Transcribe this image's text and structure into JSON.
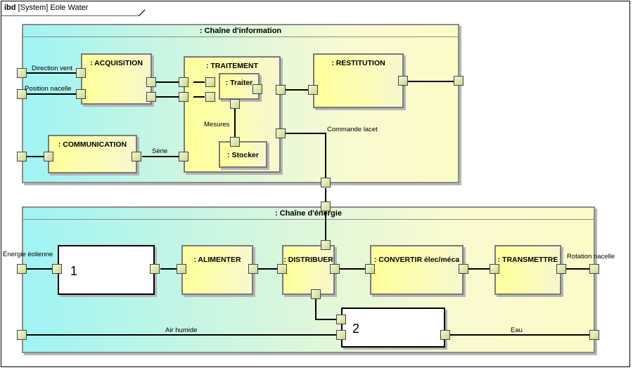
{
  "frame": {
    "kind": "ibd",
    "title": "[System] Eole Water"
  },
  "chains": {
    "information": ": Chaîne d'information",
    "energie": ": Chaîne d'énergie"
  },
  "blocks": {
    "acquisition": ": ACQUISITION",
    "traitement": ": TRAITEMENT",
    "traiter": ": Traiter",
    "stocker": ": Stocker",
    "restitution": ": RESTITUTION",
    "communication": ": COMMUNICATION",
    "block1": "1",
    "alimenter": ": ALIMENTER",
    "distribuer": ": DISTRIBUER",
    "convertir": ": CONVERTIR élec/méca",
    "transmettre": ": TRANSMETTRE",
    "block2": "2"
  },
  "labels": {
    "direction_vent": "Direction vent",
    "position_nacelle": "Position nacelle",
    "mesures": "Mesures",
    "serie": "Série",
    "commande_lacet": "Commande lacet",
    "energie_eolienne": "Énergie éolienne",
    "rotation_nacelle": "Rotation nacelle",
    "air_humide": "Air humide",
    "eau": "Eau"
  }
}
